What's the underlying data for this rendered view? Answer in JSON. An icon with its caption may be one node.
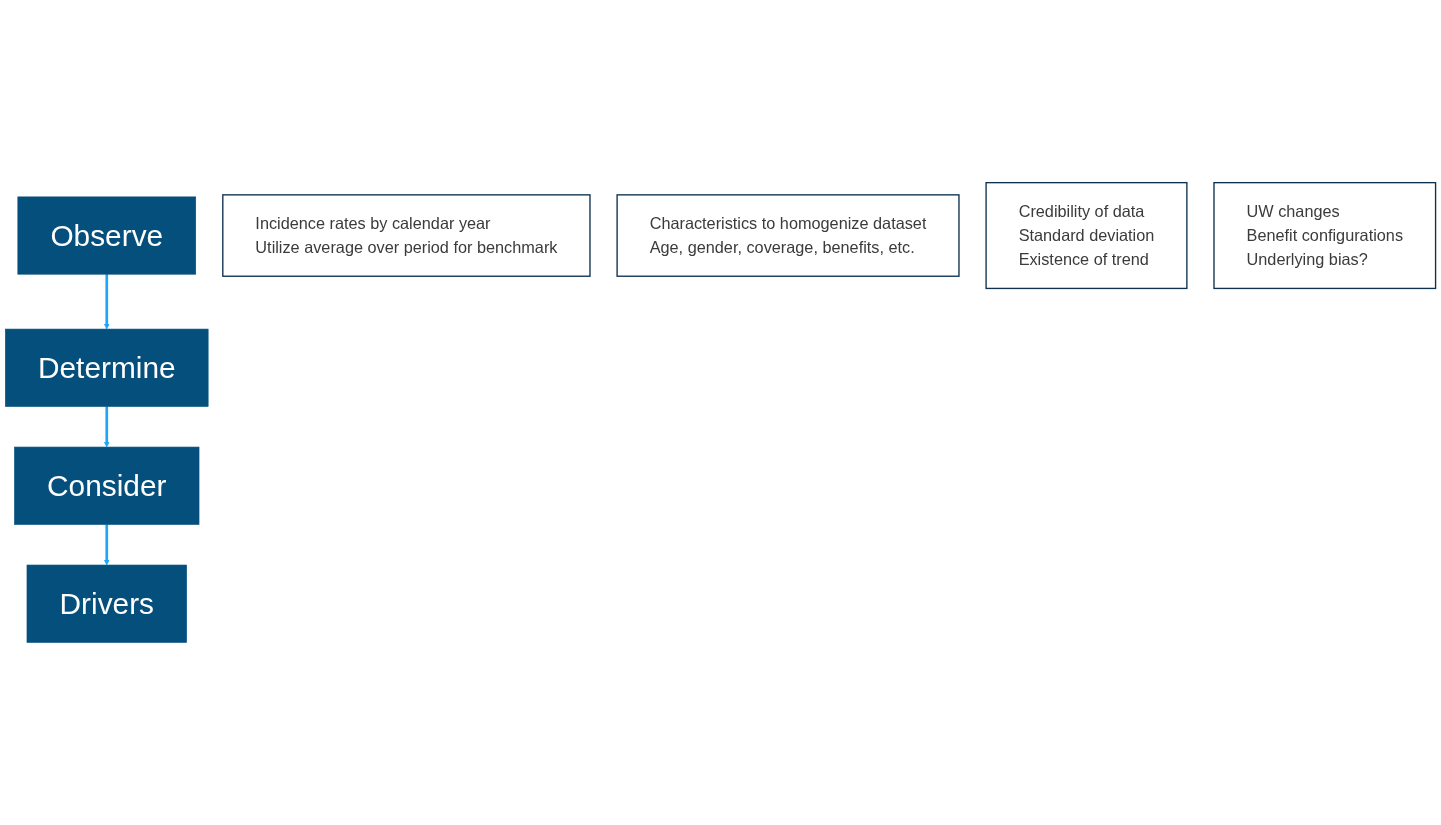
{
  "diagram": {
    "nodes": [
      {
        "text": [
          "Observe"
        ]
      },
      {
        "text": [
          "Incidence rates by calendar year",
          "Utilize average over period for benchmark"
        ]
      },
      {
        "text": [
          "Determine"
        ]
      },
      {
        "text": [
          "Characteristics to homogenize dataset",
          "Age, gender, coverage, benefits, etc."
        ]
      },
      {
        "text": [
          "Consider"
        ]
      },
      {
        "text": [
          "Credibility of data",
          "Standard deviation",
          "Existence of trend"
        ]
      },
      {
        "text": [
          "Drivers"
        ]
      },
      {
        "text": [
          "UW changes",
          "Benefit configurations",
          "Underlying bias?"
        ]
      }
    ],
    "edges": [
      {
        "from": 0,
        "to": 2,
        "arrow": "to"
      },
      {
        "from": 2,
        "to": 4,
        "arrow": "to"
      },
      {
        "from": 4,
        "to": 6,
        "arrow": "to"
      }
    ]
  }
}
